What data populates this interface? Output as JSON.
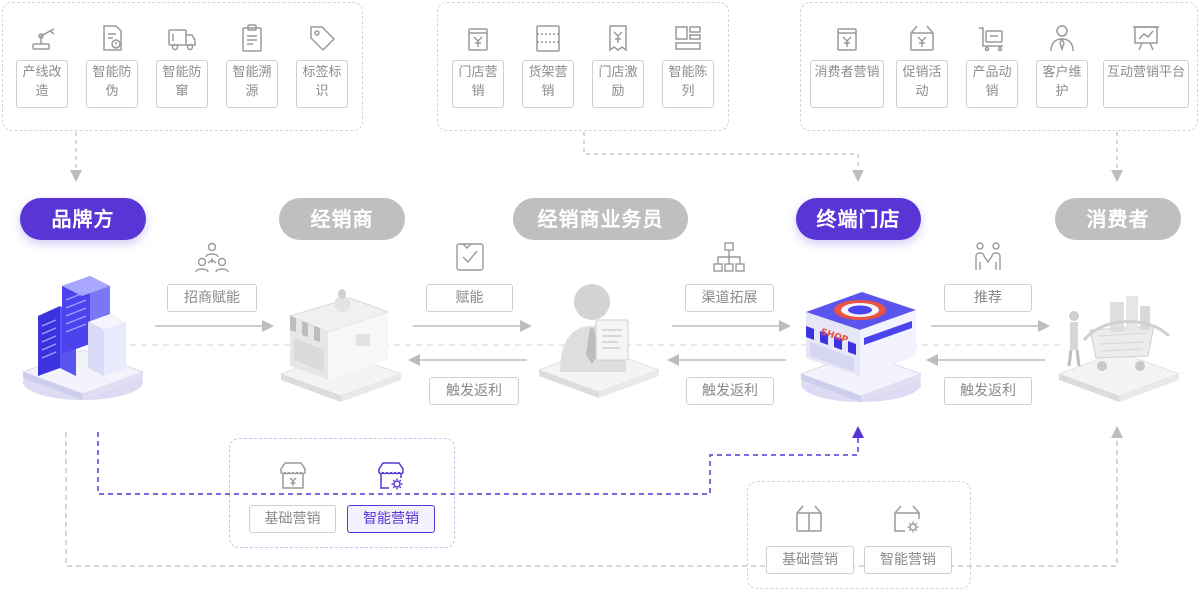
{
  "panels": {
    "brand_features": [
      {
        "label": "产线改造",
        "icon": "robot-arm-icon"
      },
      {
        "label": "智能防伪",
        "icon": "document-warning-icon"
      },
      {
        "label": "智能防窜",
        "icon": "truck-icon"
      },
      {
        "label": "智能溯源",
        "icon": "clipboard-icon"
      },
      {
        "label": "标签标识",
        "icon": "tag-icon"
      }
    ],
    "store_features": [
      {
        "label": "门店营销",
        "icon": "yuan-store-icon"
      },
      {
        "label": "货架营销",
        "icon": "shelf-icon"
      },
      {
        "label": "门店激励",
        "icon": "yuan-receipt-icon"
      },
      {
        "label": "智能陈列",
        "icon": "layout-grid-icon"
      }
    ],
    "consumer_features": [
      {
        "label": "消费者营销",
        "icon": "yuan-store-icon"
      },
      {
        "label": "促销活动",
        "icon": "gift-yuan-icon"
      },
      {
        "label": "产品动销",
        "icon": "cart-icon"
      },
      {
        "label": "客户维护",
        "icon": "person-tie-icon"
      },
      {
        "label": "互动营销平台",
        "icon": "presentation-chart-icon"
      }
    ],
    "store_marketing": [
      {
        "label": "基础营销",
        "icon": "store-yuan-icon"
      },
      {
        "label": "智能营销",
        "icon": "store-gear-icon"
      }
    ],
    "consumer_marketing": [
      {
        "label": "基础营销",
        "icon": "gift-box-icon"
      },
      {
        "label": "智能营销",
        "icon": "gift-gear-icon"
      }
    ]
  },
  "nodes": [
    {
      "label": "品牌方",
      "state": "active"
    },
    {
      "label": "经销商",
      "state": "inactive"
    },
    {
      "label": "经销商业务员",
      "state": "inactive"
    },
    {
      "label": "终端门店",
      "state": "active"
    },
    {
      "label": "消费者",
      "state": "inactive"
    }
  ],
  "edges": {
    "forward": [
      "招商赋能",
      "赋能",
      "渠道拓展",
      "推荐"
    ],
    "backward": [
      "触发返利",
      "触发返利",
      "触发返利"
    ]
  },
  "colors": {
    "accent": "#5a35d6",
    "inactive": "#bfbfbf",
    "dashed": "#d4d4d4"
  }
}
